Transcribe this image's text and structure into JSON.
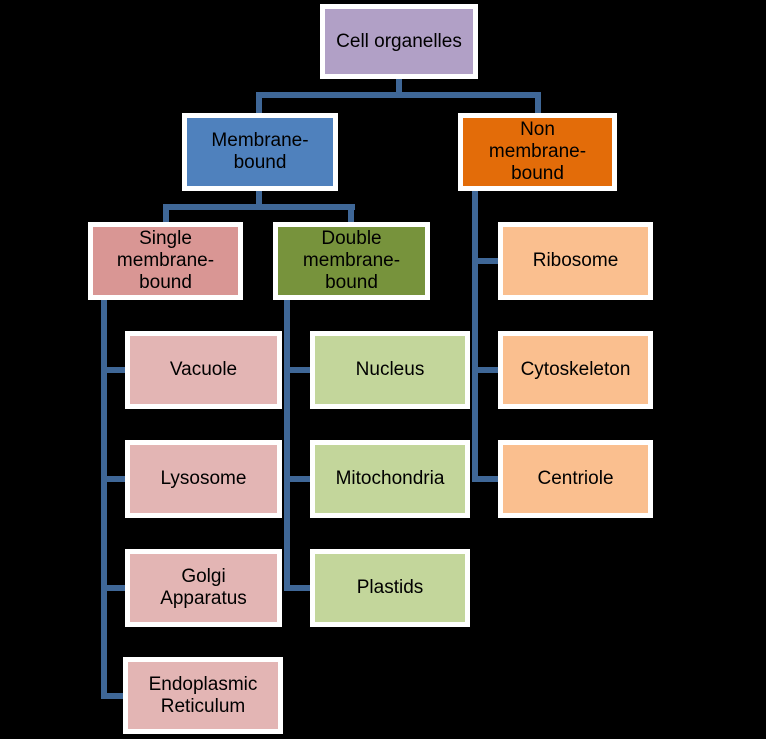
{
  "diagram_title": "Cell organelles",
  "colors": {
    "background": "#000000",
    "connector": "#3f6797",
    "box_border": "#ffffff",
    "text": "#000000",
    "root_fill": "#b1a0c6",
    "membrane_fill": "#4f81bd",
    "non_membrane_fill": "#e36c09",
    "single_header_fill": "#d99694",
    "double_header_fill": "#77933c",
    "single_leaf_fill": "#e3b5b4",
    "double_leaf_fill": "#c3d69b",
    "non_leaf_fill": "#fabf8f"
  },
  "nodes": {
    "cell_organelles": "Cell organelles",
    "membrane_bound": "Membrane-\nbound",
    "non_membrane_bound": "Non\nmembrane-\nbound",
    "single_membrane_bound": "Single\nmembrane-\nbound",
    "double_membrane_bound": "Double\nmembrane-\nbound",
    "vacuole": "Vacuole",
    "lysosome": "Lysosome",
    "golgi_apparatus": "Golgi\nApparatus",
    "endoplasmic_reticulum": "Endoplasmic\nReticulum",
    "nucleus": "Nucleus",
    "mitochondria": "Mitochondria",
    "plastids": "Plastids",
    "ribosome": "Ribosome",
    "cytoskeleton": "Cytoskeleton",
    "centriole": "Centriole"
  },
  "hierarchy": {
    "label": "Cell organelles",
    "children": [
      {
        "label": "Membrane-bound",
        "children": [
          {
            "label": "Single membrane-bound",
            "children": [
              {
                "label": "Vacuole"
              },
              {
                "label": "Lysosome"
              },
              {
                "label": "Golgi Apparatus"
              },
              {
                "label": "Endoplasmic Reticulum"
              }
            ]
          },
          {
            "label": "Double membrane-bound",
            "children": [
              {
                "label": "Nucleus"
              },
              {
                "label": "Mitochondria"
              },
              {
                "label": "Plastids"
              }
            ]
          }
        ]
      },
      {
        "label": "Non membrane-bound",
        "children": [
          {
            "label": "Ribosome"
          },
          {
            "label": "Cytoskeleton"
          },
          {
            "label": "Centriole"
          }
        ]
      }
    ]
  }
}
